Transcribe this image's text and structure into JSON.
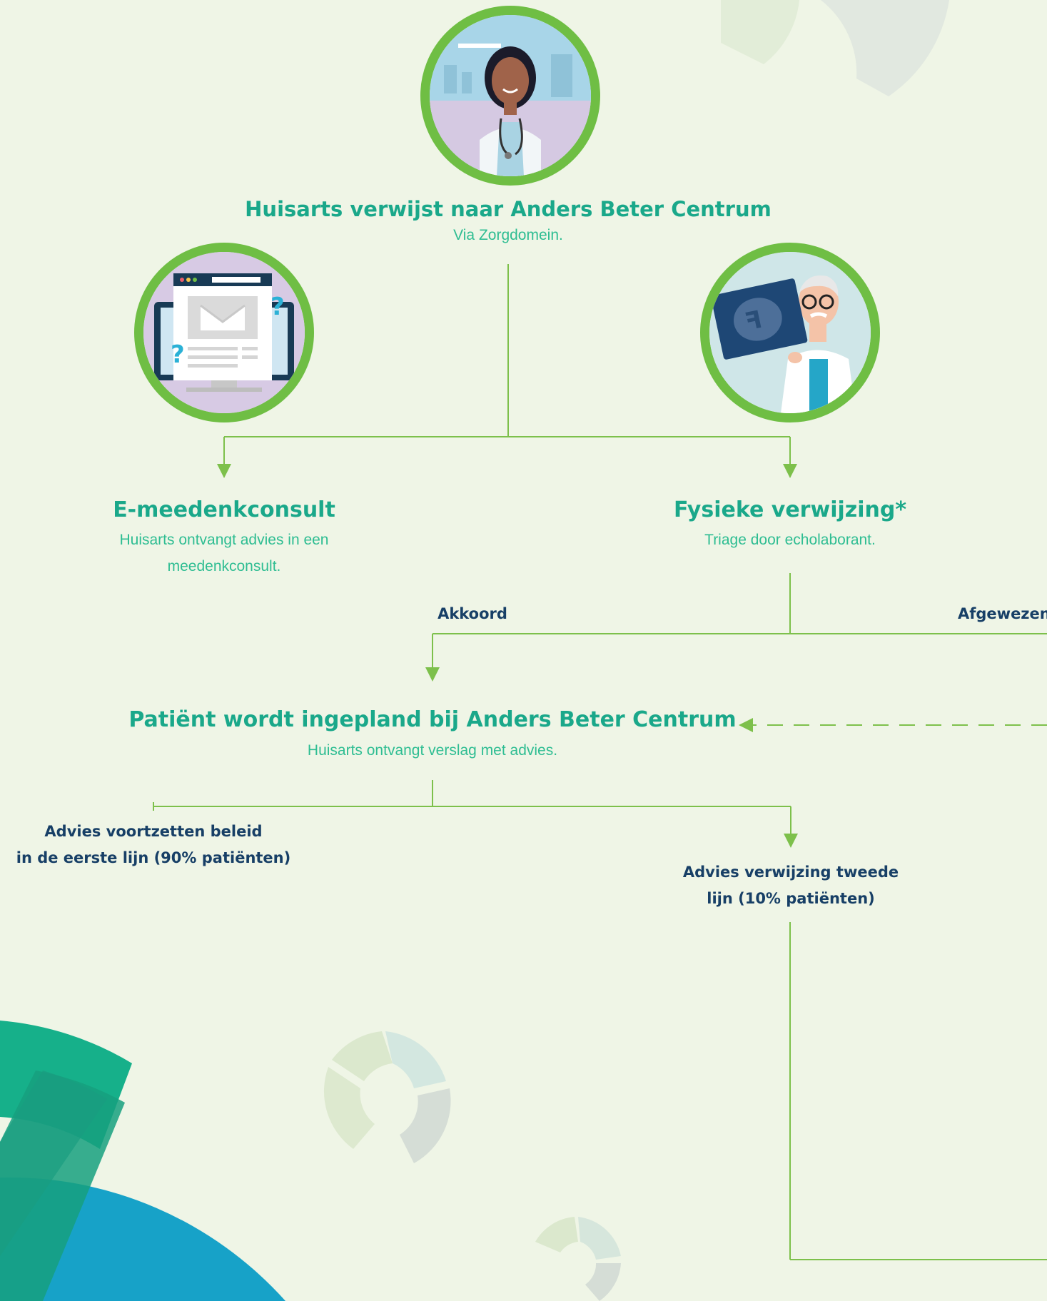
{
  "top": {
    "title": "Huisarts verwijst naar Anders Beter Centrum",
    "subtitle": "Via Zorgdomein."
  },
  "left_branch": {
    "title": "E-meedenkconsult",
    "subtitle_line1": "Huisarts ontvangt advies in een",
    "subtitle_line2": "meedenkconsult."
  },
  "right_branch": {
    "title": "Fysieke verwijzing*",
    "subtitle": "Triage door echolaborant."
  },
  "decision": {
    "approved": "Akkoord",
    "rejected": "Afgewezen"
  },
  "scheduled": {
    "title": "Patiënt wordt ingepland bij Anders Beter Centrum",
    "subtitle": "Huisarts ontvangt verslag met advies."
  },
  "outcomes": {
    "first_line_1": "Advies voortzetten beleid",
    "first_line_2": "in de eerste lijn (90% patiënten)",
    "second_line_1": "Advies verwijzing tweede",
    "second_line_2": "lijn (10% patiënten)"
  },
  "colors": {
    "background": "#eff5e6",
    "title_green": "#1aa88a",
    "line_green": "#7dc04b",
    "ring_green": "#6fbe44",
    "label_navy": "#173f66"
  },
  "icons": [
    "doctor-woman-icon",
    "laptop-email-icon",
    "doctor-xray-icon",
    "logo-watermark-icon"
  ]
}
